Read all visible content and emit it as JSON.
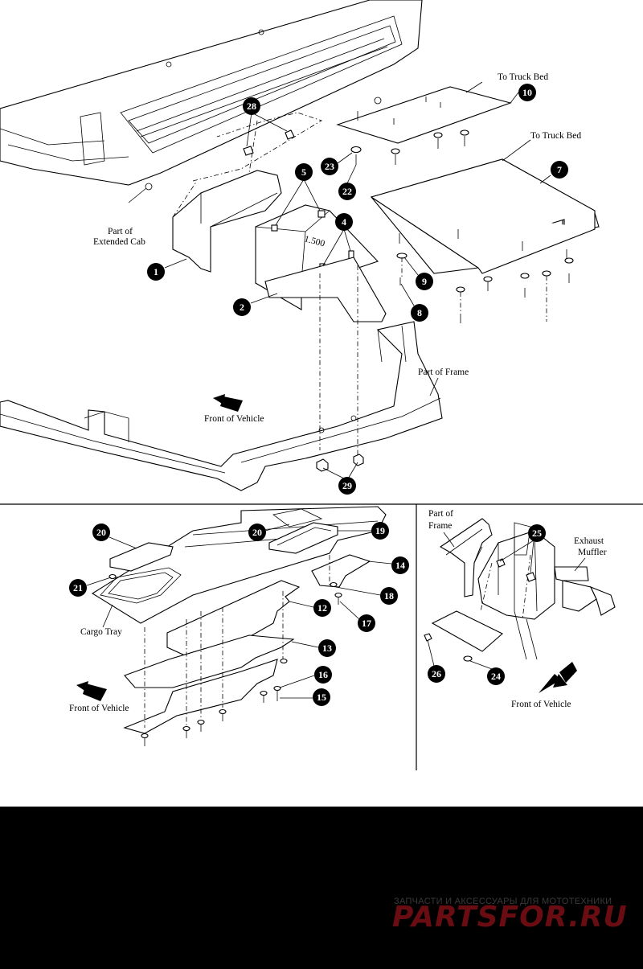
{
  "labels": {
    "to_truck_bed_1": "To Truck Bed",
    "to_truck_bed_2": "To Truck Bed",
    "part_of_extended_cab_1": "Part of",
    "part_of_extended_cab_2": "Extended Cab",
    "part_of_frame_top": "Part of Frame",
    "front_of_vehicle_top": "Front of Vehicle",
    "cargo_tray": "Cargo Tray",
    "front_of_vehicle_bl": "Front of Vehicle",
    "part_of_frame_br_1": "Part of",
    "part_of_frame_br_2": "Frame",
    "exhaust_muffler_1": "Exhaust",
    "exhaust_muffler_2": "Muffler",
    "front_of_vehicle_br": "Front of Vehicle",
    "panel_marking": "1.500"
  },
  "callouts": {
    "c1": "1",
    "c2": "2",
    "c4": "4",
    "c5": "5",
    "c7": "7",
    "c8": "8",
    "c9": "9",
    "c10": "10",
    "c12": "12",
    "c13": "13",
    "c14": "14",
    "c15": "15",
    "c16": "16",
    "c17": "17",
    "c18": "18",
    "c19": "19",
    "c20a": "20",
    "c20b": "20",
    "c21": "21",
    "c22": "22",
    "c23": "23",
    "c24": "24",
    "c25": "25",
    "c26": "26",
    "c28": "28",
    "c29": "29"
  },
  "watermark": {
    "tagline": "ЗАПЧАСТИ И АКСЕССУАРЫ ДЛЯ МОТОТЕХНИКИ",
    "brand": "PARTSFOR.RU"
  },
  "colors": {
    "background": "#000000",
    "panel": "#ffffff",
    "watermark_brand": "#6a0d12"
  }
}
